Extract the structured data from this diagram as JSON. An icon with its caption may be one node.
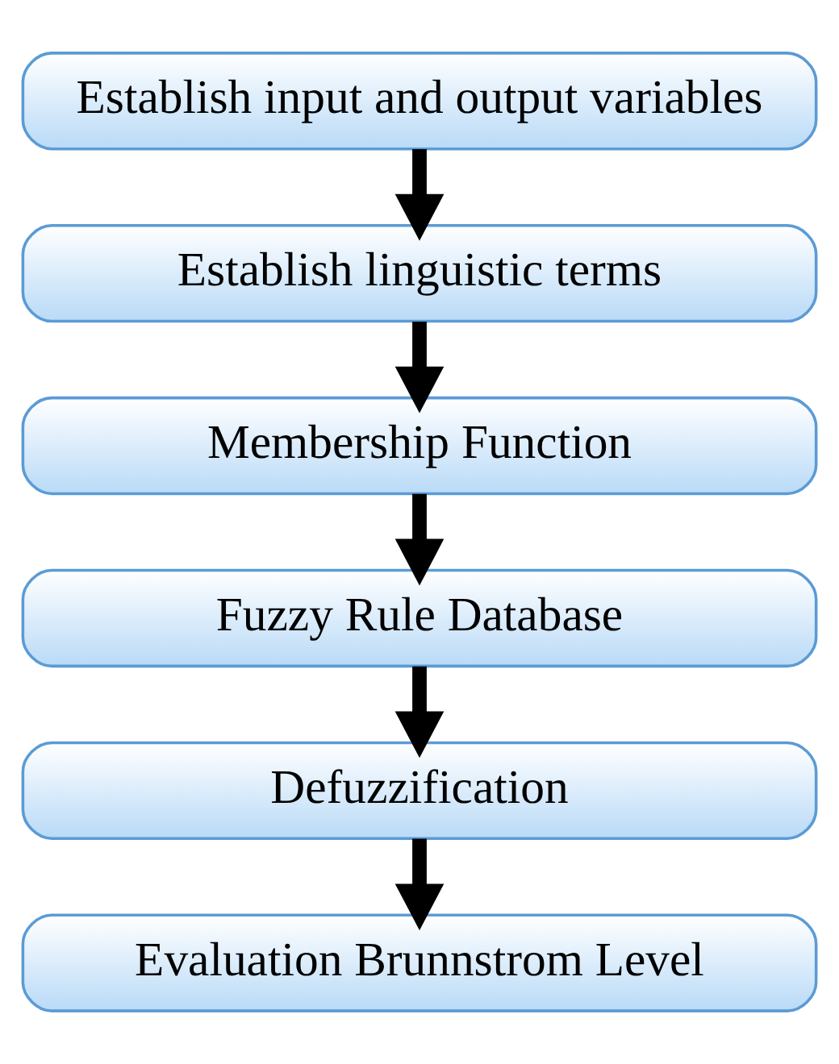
{
  "diagram": {
    "nodes": [
      {
        "text": [
          "Establish input and output variables"
        ]
      },
      {
        "text": [
          "Establish linguistic terms"
        ]
      },
      {
        "text": [
          "Membership Function"
        ]
      },
      {
        "text": [
          "Fuzzy Rule Database"
        ]
      },
      {
        "text": [
          "Defuzzification"
        ]
      },
      {
        "text": [
          "Evaluation Brunnstrom Level"
        ]
      }
    ],
    "edges": [
      {
        "from": 0,
        "to": 1,
        "arrow": "to"
      },
      {
        "from": 1,
        "to": 2,
        "arrow": "to"
      },
      {
        "from": 2,
        "to": 3,
        "arrow": "to"
      },
      {
        "from": 3,
        "to": 4,
        "arrow": "to"
      },
      {
        "from": 4,
        "to": 5,
        "arrow": "to"
      }
    ]
  }
}
